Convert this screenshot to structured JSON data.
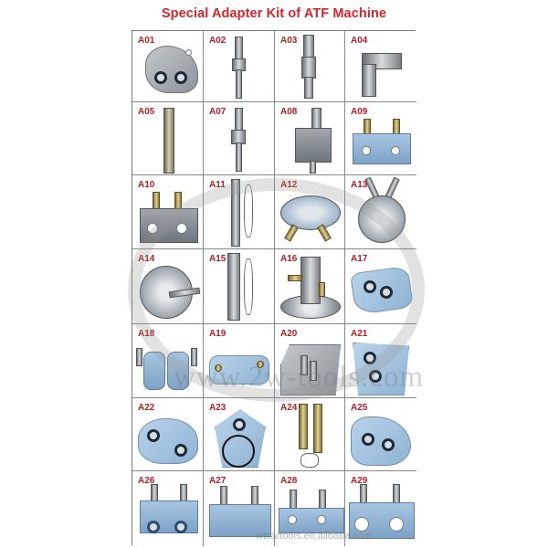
{
  "page": {
    "title": "Special Adapter Kit of ATF Machine",
    "title_color": "#d8232a",
    "label_color": "#b41e24"
  },
  "watermark": {
    "center_text": "www.2w-tools.com",
    "footer_text": "wtcartools.en.alibaba.com"
  },
  "grid": {
    "columns": 4,
    "rows": 7,
    "items": [
      {
        "code": "A01",
        "kind": "plate-two-ports"
      },
      {
        "code": "A02",
        "kind": "quick-coupler-hose-barb"
      },
      {
        "code": "A03",
        "kind": "quick-coupler-straight"
      },
      {
        "code": "A04",
        "kind": "elbow-coupler"
      },
      {
        "code": "A05",
        "kind": "straight-tube-coupler"
      },
      {
        "code": "A07",
        "kind": "quick-coupler-hose-barb"
      },
      {
        "code": "A08",
        "kind": "block-coupler"
      },
      {
        "code": "A09",
        "kind": "block-two-barbs"
      },
      {
        "code": "A10",
        "kind": "block-two-barbs"
      },
      {
        "code": "A11",
        "kind": "coupler-with-clip"
      },
      {
        "code": "A12",
        "kind": "round-adapter-two-barbs"
      },
      {
        "code": "A13",
        "kind": "ring-adapter-two-pipes"
      },
      {
        "code": "A14",
        "kind": "round-disc-side-pipe"
      },
      {
        "code": "A15",
        "kind": "coupler-with-clip"
      },
      {
        "code": "A16",
        "kind": "flange-with-barbs"
      },
      {
        "code": "A17",
        "kind": "plate-two-ports"
      },
      {
        "code": "A18",
        "kind": "twin-cylinders"
      },
      {
        "code": "A19",
        "kind": "plate-wide"
      },
      {
        "code": "A20",
        "kind": "grey-plate-bolts"
      },
      {
        "code": "A21",
        "kind": "plate-two-ports"
      },
      {
        "code": "A22",
        "kind": "plate-two-ports"
      },
      {
        "code": "A23",
        "kind": "plate-oring"
      },
      {
        "code": "A24",
        "kind": "brass-fittings-clip"
      },
      {
        "code": "A25",
        "kind": "plate-two-ports"
      },
      {
        "code": "A26",
        "kind": "block-two-barbs-ports"
      },
      {
        "code": "A27",
        "kind": "block-two-barbs"
      },
      {
        "code": "A28",
        "kind": "block-two-barbs"
      },
      {
        "code": "A29",
        "kind": "block-two-barbs-ports"
      }
    ]
  }
}
